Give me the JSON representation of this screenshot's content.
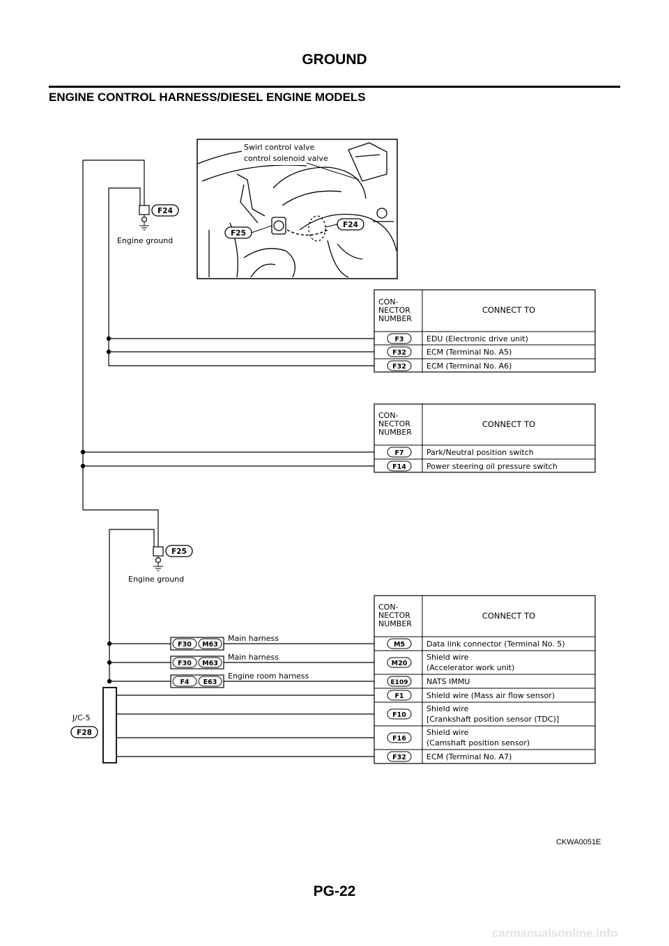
{
  "header": {
    "title": "GROUND"
  },
  "section": {
    "title": "ENGINE CONTROL HARNESS/DIESEL ENGINE MODELS"
  },
  "footer": {
    "page": "PG-22"
  },
  "figure": {
    "code": "CKWA0051E"
  },
  "watermark": "carmanualsonline.info",
  "photo": {
    "caption_line1": "Swirl control valve",
    "caption_line2": "control solenoid valve",
    "labels": [
      "F25",
      "F24"
    ]
  },
  "grounds": [
    {
      "connector": "F24",
      "label": "Engine ground"
    },
    {
      "connector": "F25",
      "label": "Engine ground"
    }
  ],
  "junction": {
    "name": "J/C-5",
    "connector": "F28"
  },
  "table_header": {
    "col1": [
      "CON-",
      "NECTOR",
      "NUMBER"
    ],
    "col2": "CONNECT TO"
  },
  "tables": [
    {
      "rows": [
        {
          "connector": "F3",
          "desc": [
            "EDU (Electronic drive unit)"
          ]
        },
        {
          "connector": "F32",
          "desc": [
            "ECM (Terminal No. A5)"
          ]
        },
        {
          "connector": "F32",
          "desc": [
            "ECM (Terminal No. A6)"
          ]
        }
      ]
    },
    {
      "rows": [
        {
          "connector": "F7",
          "desc": [
            "Park/Neutral position switch"
          ]
        },
        {
          "connector": "F14",
          "desc": [
            "Power steering oil pressure switch"
          ]
        }
      ]
    },
    {
      "rows": [
        {
          "connector": "M5",
          "desc": [
            "Data link connector (Terminal No. 5)"
          ]
        },
        {
          "connector": "M20",
          "desc": [
            "Shield wire",
            "(Accelerator work unit)"
          ]
        },
        {
          "connector": "E109",
          "desc": [
            "NATS IMMU"
          ]
        },
        {
          "connector": "F1",
          "desc": [
            "Shield wire (Mass air flow sensor)"
          ]
        },
        {
          "connector": "F10",
          "desc": [
            "Shield wire",
            "[Crankshaft position sensor (TDC)]"
          ]
        },
        {
          "connector": "F16",
          "desc": [
            "Shield wire",
            "(Camshaft position sensor)"
          ]
        },
        {
          "connector": "F32",
          "desc": [
            "ECM (Terminal No. A7)"
          ]
        }
      ]
    }
  ],
  "harness_pairs": [
    {
      "from": "F30",
      "to": "M63",
      "label": "Main harness"
    },
    {
      "from": "F30",
      "to": "M63",
      "label": "Main harness"
    },
    {
      "from": "F4",
      "to": "E63",
      "label": "Engine room harness"
    }
  ]
}
